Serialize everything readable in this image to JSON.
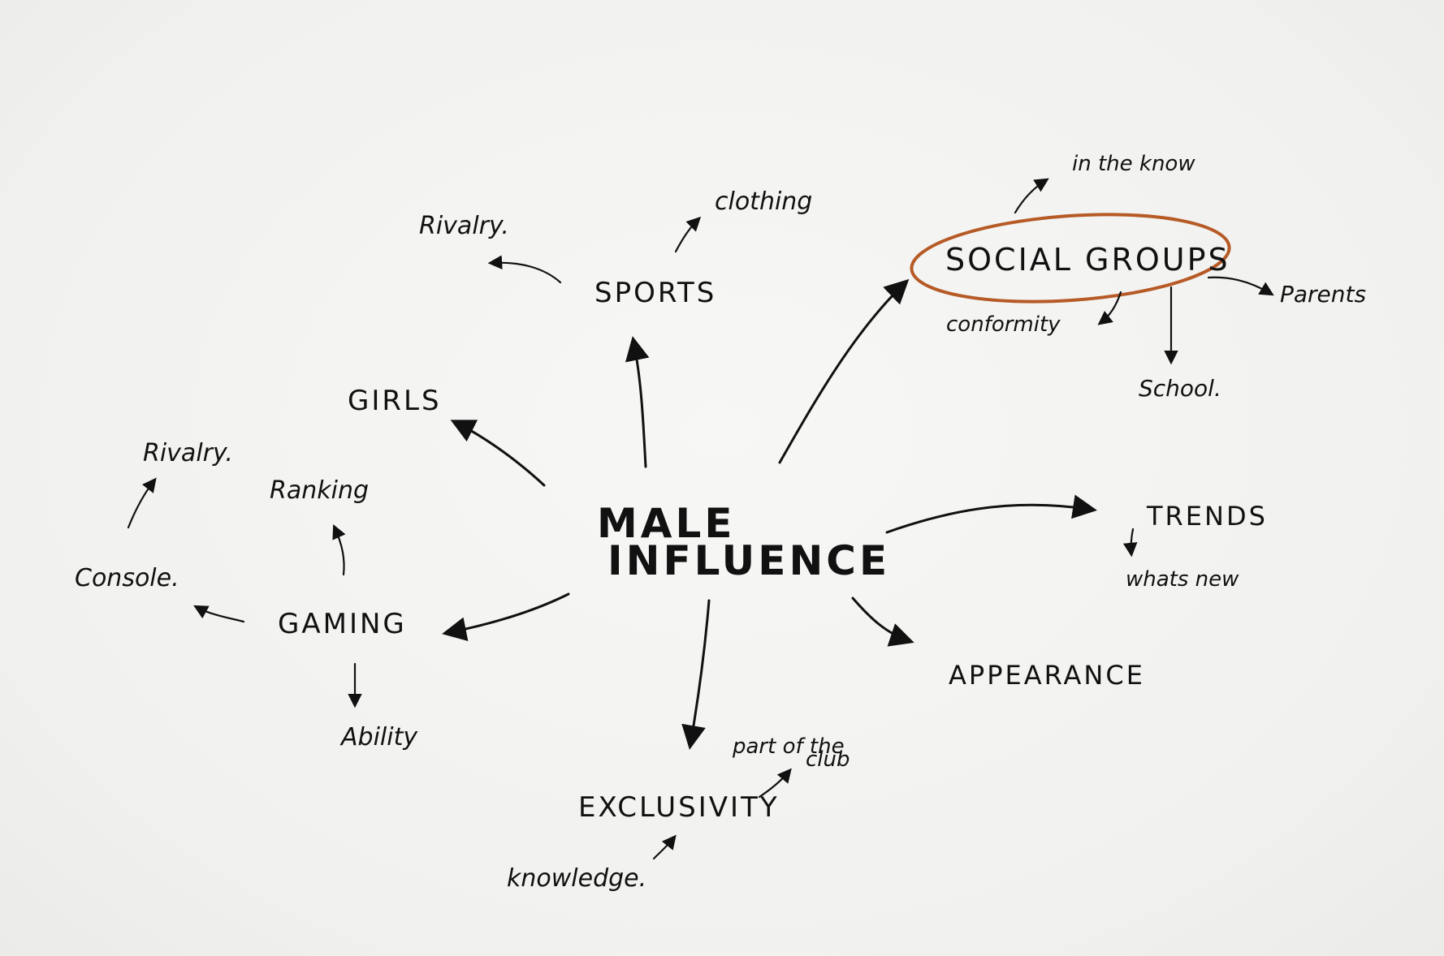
{
  "colors": {
    "ink": "#111111",
    "highlight": "#b65a26",
    "paper": "#f3f3f1"
  },
  "center": {
    "line1": "MALE",
    "line2": "INFLUENCE"
  },
  "branches": {
    "sports": "SPORTS",
    "girls": "GIRLS",
    "gaming": "GAMING",
    "social_groups": "SOCIAL GROUPS",
    "trends": "TRENDS",
    "appearance": "APPEARANCE",
    "exclusivity": "EXCLUSIVITY"
  },
  "leaves": {
    "sports_rivalry": "Rivalry.",
    "sports_clothing": "clothing",
    "gaming_rivalry": "Rivalry.",
    "gaming_ranking": "Ranking",
    "gaming_console": "Console.",
    "gaming_ability": "Ability",
    "social_in_the_know": "in the know",
    "social_conformity": "conformity",
    "social_parents": "Parents",
    "social_school": "School.",
    "trends_whats_new": "whats new",
    "exclusivity_part_of_the_club_1": "part of the",
    "exclusivity_part_of_the_club_2": "club",
    "exclusivity_knowledge": "knowledge."
  }
}
